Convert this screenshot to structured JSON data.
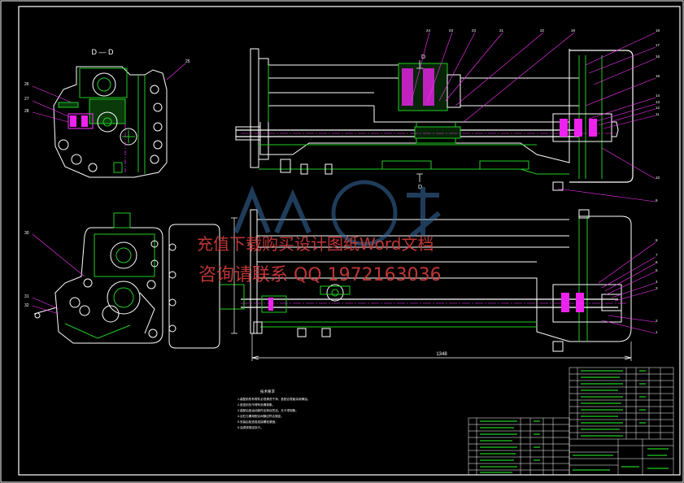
{
  "drawing": {
    "section_label_top": "D — D",
    "section_marker_upper": "D",
    "section_marker_lower": "D",
    "dimension_length": "1348",
    "top_view_callouts": [
      "24",
      "03",
      "23",
      "21",
      "22",
      "19",
      "18",
      "17",
      "16",
      "15",
      "14",
      "13",
      "12",
      "11",
      "10",
      "9"
    ],
    "left_section_callouts": [
      "25",
      "26",
      "27",
      "28"
    ],
    "lower_left_callouts": [
      "30",
      "31",
      "32"
    ],
    "front_view_callouts": [
      "8",
      "7",
      "6",
      "5",
      "4",
      "3",
      "2",
      "1"
    ],
    "tech_requirements_title": "技术要求",
    "tech_requirements": [
      "1.装配前所有零件必须清洗干净，各配合表面涂润滑油。",
      "2.各密封处不得有渗漏现象。",
      "3.装配后各运动部件应转动灵活，无卡滞现象。",
      "4.丝杠与螺母配合间隙应符合规定。",
      "5.安装后检查各连接螺栓紧固。",
      "6.油漆按规定执行。"
    ]
  },
  "watermark": {
    "line1": "充值下载购买设计图纸Word文档",
    "line2": "咨询请联系 QQ 1972163036"
  },
  "colors": {
    "line": "#ffffff",
    "part": "#22cc22",
    "callout": "#ff33ff",
    "highlight": "#ee22ee",
    "hatch": "#33dd33",
    "watermark": "#d23c3c",
    "logo": "#3a6ea5"
  }
}
